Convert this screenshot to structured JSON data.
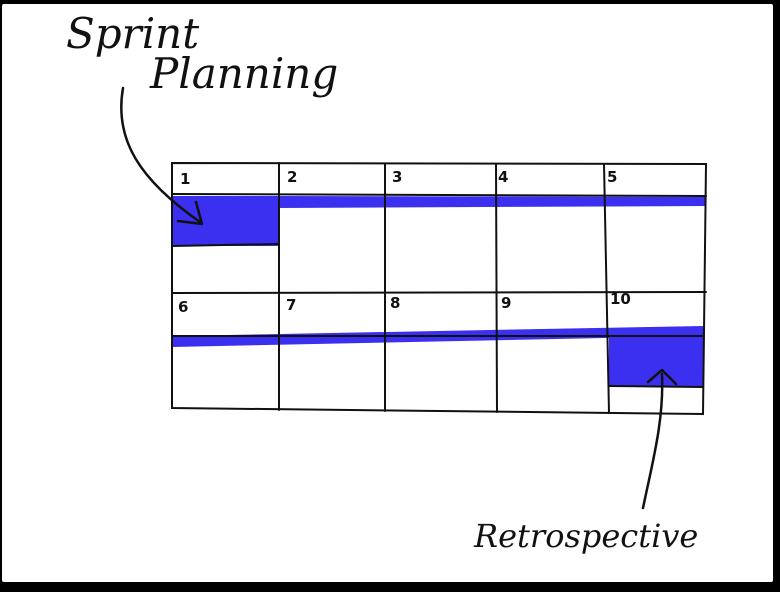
{
  "annotations": {
    "sprint_planning": [
      "Sprint",
      "Planning"
    ],
    "retrospective": "Retrospective"
  },
  "calendar": {
    "week1": [
      "1",
      "2",
      "3",
      "4",
      "5"
    ],
    "week2": [
      "6",
      "7",
      "8",
      "9",
      "10"
    ]
  },
  "colors": {
    "highlight": "#3b2ff0",
    "ink": "#111111",
    "frame": "#000000",
    "paper": "#ffffff"
  }
}
